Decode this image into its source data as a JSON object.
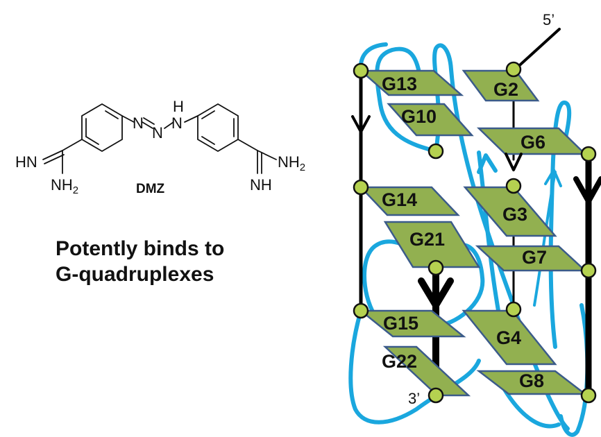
{
  "molecule": {
    "name": "DMZ",
    "atoms": {
      "hn": "HN",
      "nh2_left": "NH",
      "nh2_right": "NH",
      "nh": "NH",
      "n1": "N",
      "n2": "N",
      "n3": "N",
      "h": "H",
      "sub2": "2"
    }
  },
  "caption": {
    "line1": "Potently binds to",
    "line2": "G-quadruplexes"
  },
  "quadruplex": {
    "end_5": "5’",
    "end_3": "3’",
    "guanines": [
      "G13",
      "G2",
      "G10",
      "G6",
      "G14",
      "G3",
      "G21",
      "G7",
      "G15",
      "G4",
      "G22",
      "G8"
    ],
    "colors": {
      "tile_fill": "#92b050",
      "tile_edge": "#3b5b8a",
      "node_fill": "#b5d150",
      "loop": "#1aa7de",
      "strand": "#000000"
    }
  }
}
